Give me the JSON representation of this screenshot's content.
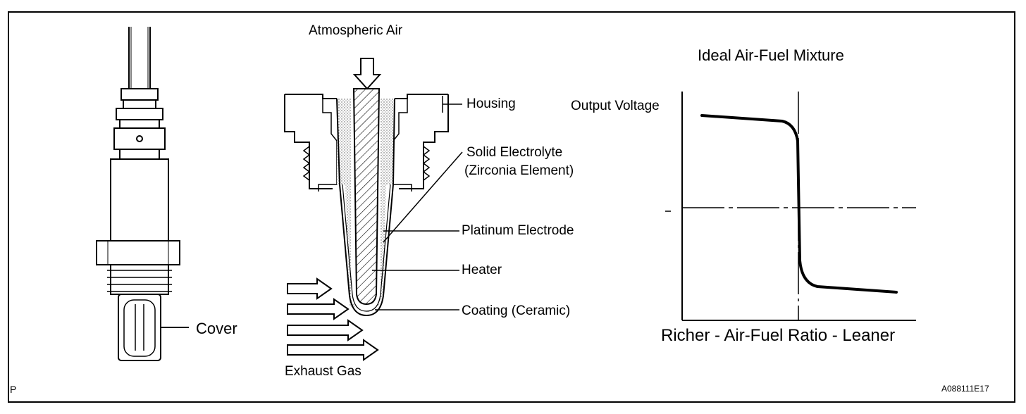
{
  "sensor": {
    "cover_label": "Cover"
  },
  "cross_section": {
    "atmospheric_air_label": "Atmospheric Air",
    "housing_label": "Housing",
    "electrolyte_label_line1": "Solid  Electrolyte",
    "electrolyte_label_line2": "(Zirconia Element)",
    "electrode_label": "Platinum Electrode",
    "heater_label": "Heater",
    "coating_label": "Coating (Ceramic)",
    "exhaust_label": "Exhaust Gas"
  },
  "graph": {
    "title": "Ideal Air-Fuel Mixture",
    "y_label": "Output Voltage",
    "x_label": "Richer - Air-Fuel Ratio - Leaner"
  },
  "corner_marks": {
    "left": "P",
    "figure_code": "A088111E17"
  }
}
